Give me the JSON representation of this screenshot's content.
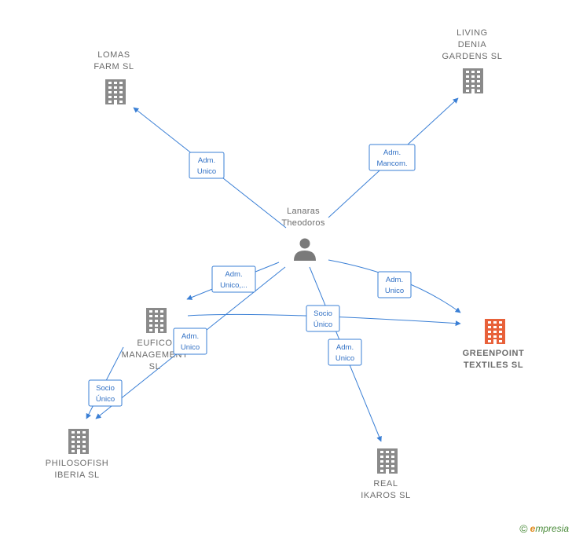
{
  "colors": {
    "edge": "#3a7fd5",
    "company_icon": "#8a8a8a",
    "target_icon": "#e8613a",
    "person_icon": "#7a7a7a"
  },
  "nodes": [
    {
      "id": "lanaras",
      "type": "person",
      "lines": [
        "Lanaras",
        "Theodoros"
      ]
    },
    {
      "id": "lomas",
      "type": "company",
      "lines": [
        "LOMAS",
        "FARM  SL"
      ]
    },
    {
      "id": "living",
      "type": "company",
      "lines": [
        "LIVING",
        "DENIA",
        "GARDENS  SL"
      ]
    },
    {
      "id": "greenpoint",
      "type": "target",
      "lines": [
        "GREENPOINT",
        "TEXTILES  SL"
      ]
    },
    {
      "id": "eufico",
      "type": "company",
      "lines": [
        "EUFICO",
        "MANAGEMENT",
        "SL"
      ]
    },
    {
      "id": "philosofish",
      "type": "company",
      "lines": [
        "PHILOSOFISH",
        "IBERIA  SL"
      ]
    },
    {
      "id": "real",
      "type": "company",
      "lines": [
        "REAL",
        "IKAROS  SL"
      ]
    }
  ],
  "edges": [
    {
      "id": "e-lomas",
      "label": [
        "Adm.",
        "Unico"
      ]
    },
    {
      "id": "e-living",
      "label": [
        "Adm.",
        "Mancom."
      ]
    },
    {
      "id": "e-green",
      "label": [
        "Adm.",
        "Unico"
      ]
    },
    {
      "id": "e-eufico",
      "label": [
        "Adm.",
        "Unico,..."
      ]
    },
    {
      "id": "e-philo-direct",
      "label": [
        "Adm.",
        "Unico"
      ]
    },
    {
      "id": "e-real",
      "label": [
        "Adm.",
        "Unico"
      ]
    },
    {
      "id": "e-eufico-green",
      "label": [
        "Socio",
        "Único"
      ]
    },
    {
      "id": "e-eufico-philo",
      "label": [
        "Socio",
        "Único"
      ]
    }
  ],
  "footer": {
    "copyright_symbol": "©",
    "brand_initial": "e",
    "brand_rest": "mpresia"
  }
}
